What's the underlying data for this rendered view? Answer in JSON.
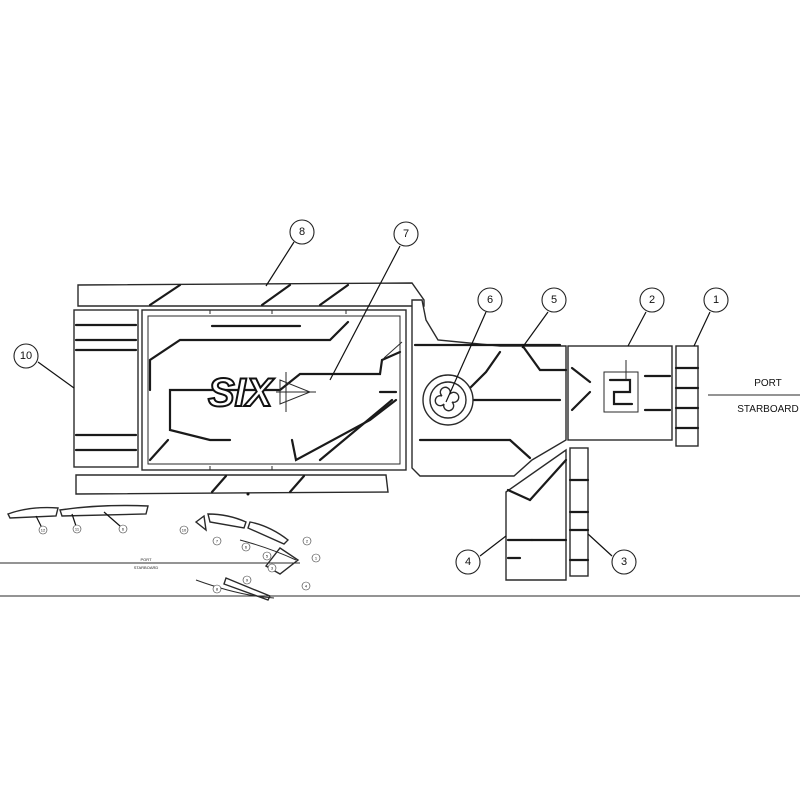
{
  "orientation": {
    "port_label": "PORT",
    "starboard_label": "STARBOARD"
  },
  "callouts": [
    "1",
    "2",
    "3",
    "4",
    "5",
    "6",
    "7",
    "8",
    "10"
  ],
  "logo": {
    "text": "SIX"
  },
  "side_view": {
    "port_label": "PORT",
    "starboard_label": "STARBOARD",
    "callouts": [
      "12",
      "11",
      "6",
      "10",
      "7",
      "6",
      "5",
      "3",
      "2",
      "1",
      "4",
      "9",
      "8"
    ]
  }
}
